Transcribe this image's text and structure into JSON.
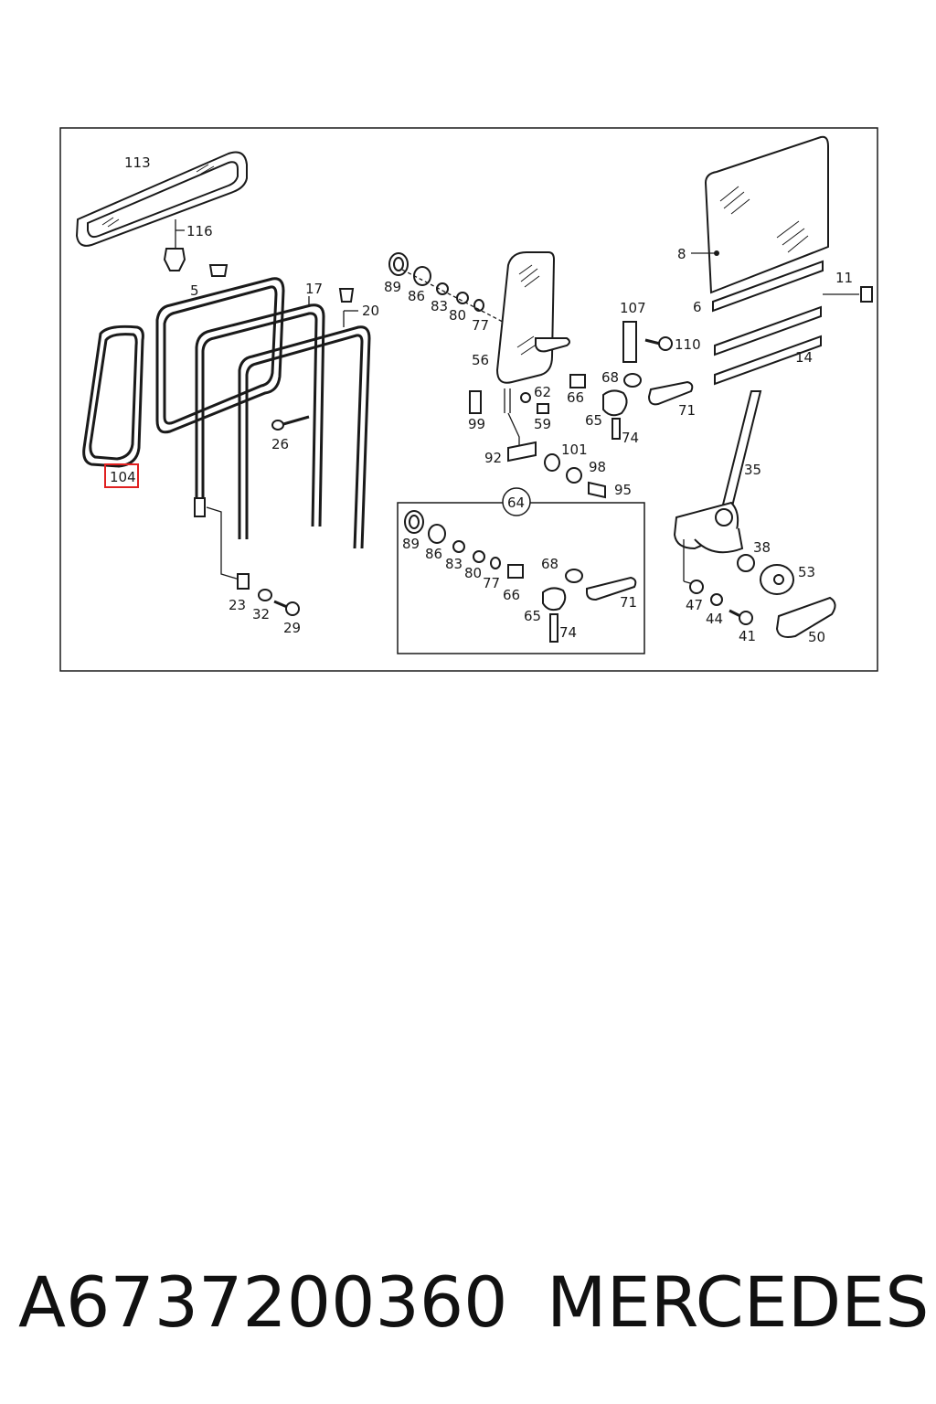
{
  "diagram": {
    "callouts": {
      "c113": "113",
      "c116": "116",
      "c5": "5",
      "c17": "17",
      "c20": "20",
      "c104": "104",
      "c26": "26",
      "c23": "23",
      "c32": "32",
      "c29": "29",
      "c89": "89",
      "c86": "86",
      "c83": "83",
      "c80": "80",
      "c77": "77",
      "c56": "56",
      "c66": "66",
      "c99": "99",
      "c62": "62",
      "c59": "59",
      "c65": "65",
      "c68": "68",
      "c74": "74",
      "c71": "71",
      "c92": "92",
      "c101": "101",
      "c98": "98",
      "c95": "95",
      "c107": "107",
      "c110": "110",
      "c8": "8",
      "c6": "6",
      "c11": "11",
      "c14": "14",
      "c35": "35",
      "c38": "38",
      "c53": "53",
      "c47": "47",
      "c44": "44",
      "c41": "41",
      "c50": "50",
      "c64": "64",
      "b89": "89",
      "b86": "86",
      "b83": "83",
      "b80": "80",
      "b77": "77",
      "b66": "66",
      "b68": "68",
      "b65": "65",
      "b74": "74",
      "b71": "71"
    },
    "highlight_color": "#e02020"
  },
  "footer": {
    "part_number": "A6737200360",
    "brand": "MERCEDES"
  }
}
